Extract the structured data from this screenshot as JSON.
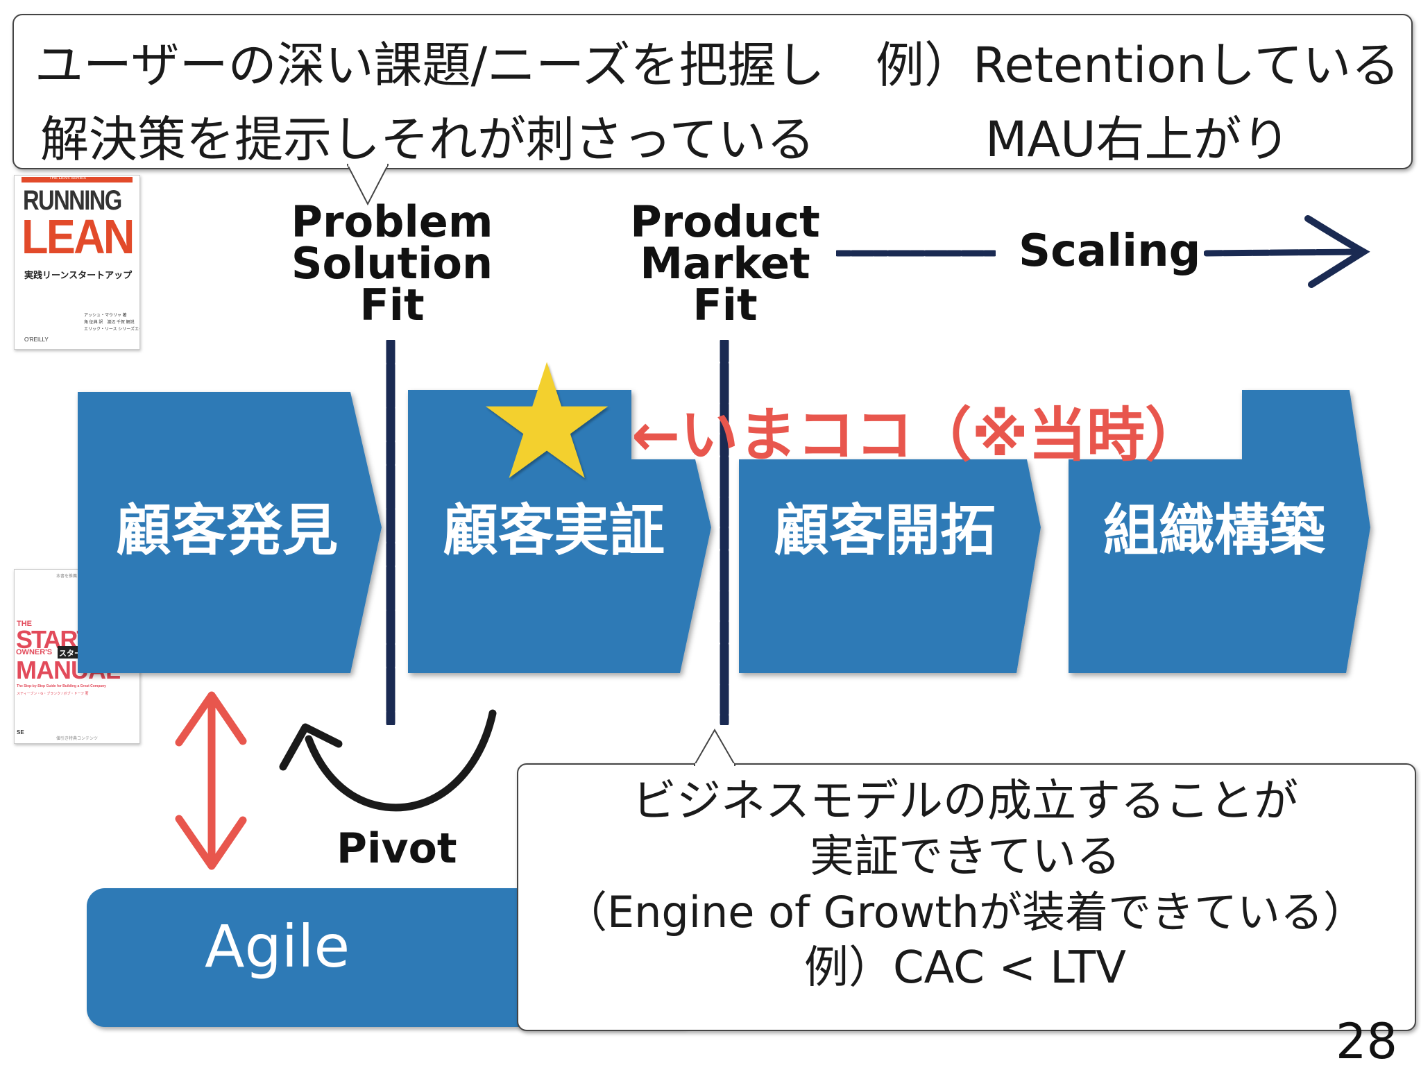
{
  "top_callout": {
    "line1": "ユーザーの深い課題/ニーズを把握し",
    "line2": "解決策を提示しそれが刺さっている",
    "example_line1": "例）Retentionしている",
    "example_line2": "MAU右上がり"
  },
  "fit_labels": {
    "problem_solution": [
      "Problem",
      "Solution",
      "Fit"
    ],
    "product_market": [
      "Product",
      "Market",
      "Fit"
    ]
  },
  "scaling": {
    "label": "Scaling"
  },
  "stages": [
    {
      "label": "顧客発見"
    },
    {
      "label": "顧客実証"
    },
    {
      "label": "顧客開拓"
    },
    {
      "label": "組織構築"
    }
  ],
  "current_marker": {
    "label": "←いまココ（※当時）",
    "star_glyph": "★"
  },
  "pivot": {
    "label": "Pivot"
  },
  "agile": {
    "label": "Agile"
  },
  "bottom_callout": {
    "lines": [
      "ビジネスモデルの成立することが",
      "実証できている",
      "（Engine of Growthが装着できている）",
      "例）CAC < LTV"
    ]
  },
  "books": {
    "running_lean": {
      "series": "THE LEAN SERIES",
      "title_line1": "RUNNING",
      "title_line2": "LEAN",
      "subtitle": "実践リーンスタートアップ",
      "author_line1": "アッシュ・マウリャ 著",
      "author_line2": "角 征典 訳　渡辺 千賀 解説",
      "author_line3": "エリック・リース シリーズエディタ",
      "publisher": "O'REILLY"
    },
    "startup_manual": {
      "top_note": "本書を推薦コンテンツ",
      "the": "THE",
      "title_line1": "STARTUP",
      "title_line2": "OWNER'S",
      "title_line3": "MANUAL",
      "jp_title": "スタートアップ・マニュアル",
      "subtitle": "The Step-by-Step Guide for Building a Great Company",
      "authors": "スティーブン・G・ブランク / ボブ・ドーフ 著",
      "publisher": "SE",
      "bottom_note": "値引き特典コンテンツ"
    }
  },
  "page_number": "28",
  "colors": {
    "stage_blue": "#2e7ab6",
    "ink_navy": "#1a2a52",
    "marker_red": "#e8564d",
    "star_yellow": "#f3d02e",
    "agile_blue": "#2e7ab6"
  }
}
